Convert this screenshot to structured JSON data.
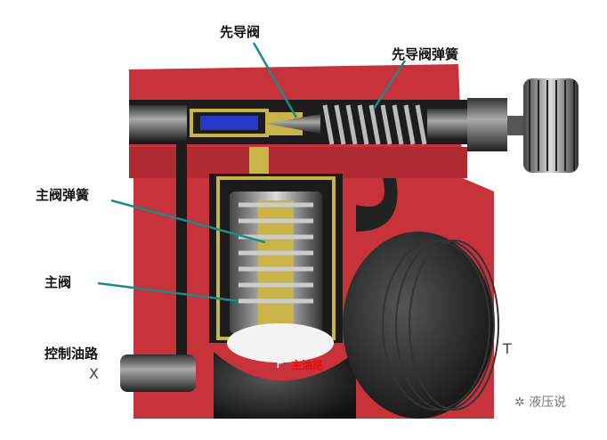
{
  "labels": {
    "pilot_valve": "先导阀",
    "pilot_spring": "先导阀弹簧",
    "main_spring": "主阀弹簧",
    "main_valve": "主阀",
    "control_line": "控制油路"
  },
  "ports": {
    "x": "X",
    "p": "P",
    "p_note": "主油路",
    "t": "T"
  },
  "watermark": "液压说",
  "colors": {
    "body": "#c8323a",
    "leader": "#1a8a8a",
    "brass": "#c9b44a"
  }
}
